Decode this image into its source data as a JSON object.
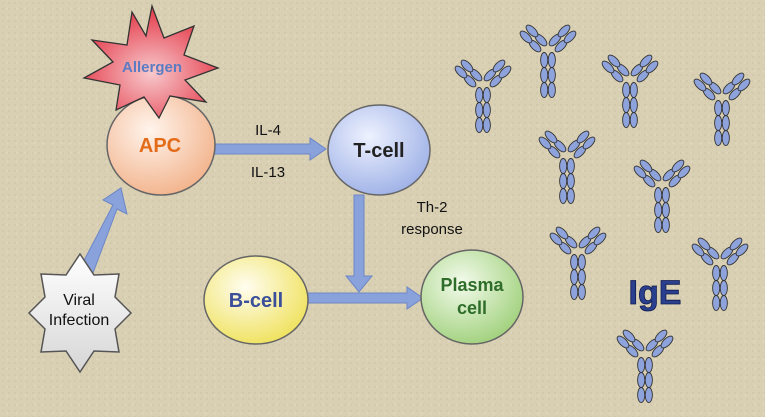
{
  "nodes": {
    "allergen": "Allergen",
    "apc": "APC",
    "tcell": "T-cell",
    "bcell": "B-cell",
    "plasma_line1": "Plasma",
    "plasma_line2": "cell",
    "viral_line1": "Viral",
    "viral_line2": "Infection",
    "ige": "IgE"
  },
  "edges": {
    "apc_to_tcell_top": "IL-4",
    "apc_to_tcell_bottom": "IL-13",
    "tcell_down_line1": "Th-2",
    "tcell_down_line2": "response"
  },
  "colors": {
    "background": "#d9d0b4",
    "allergen_fill": "#e2293a",
    "allergen_text": "#5b7bc2",
    "apc_fill": "#f2b28a",
    "apc_text": "#e36c1a",
    "tcell_fill": "#9db0e6",
    "bcell_fill": "#efe15a",
    "plasma_fill": "#9fd07a",
    "plasma_text": "#2f6d2a",
    "arrow": "#8aa2dc",
    "antibody_fill": "#8ea3dc",
    "ige_text": "#2b3f8f"
  }
}
